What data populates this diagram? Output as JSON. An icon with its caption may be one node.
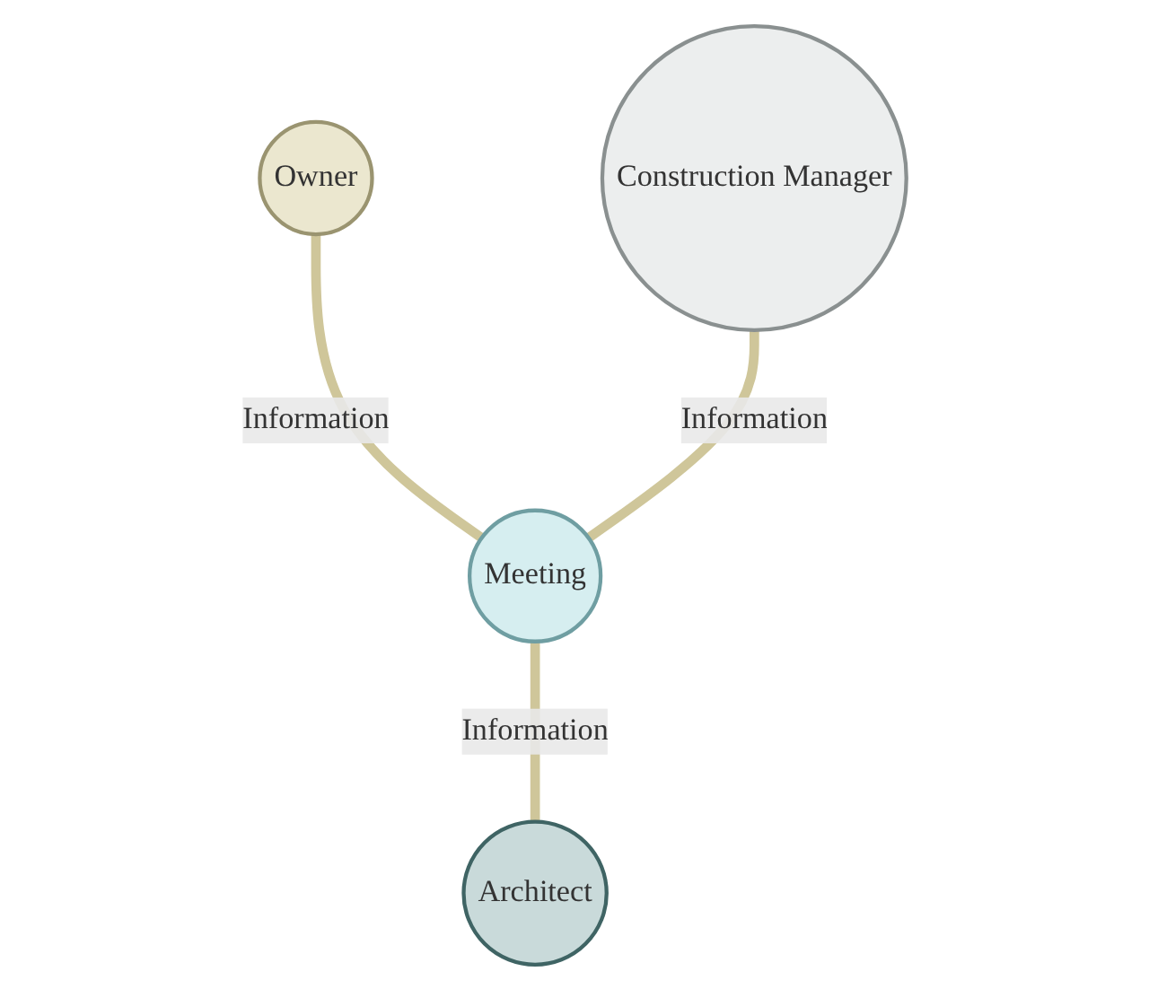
{
  "diagram": {
    "nodes": [
      {
        "text": [
          "Owner"
        ]
      },
      {
        "text": [
          "Meeting"
        ]
      },
      {
        "text": [
          "Construction Manager"
        ]
      },
      {
        "text": [
          "Architect"
        ]
      }
    ],
    "edges": [
      {
        "from": 0,
        "to": 1,
        "arrow": "none",
        "label": "Information"
      },
      {
        "from": 2,
        "to": 1,
        "arrow": "none",
        "label": "Information"
      },
      {
        "from": 1,
        "to": 3,
        "arrow": "none",
        "label": "Information"
      }
    ]
  }
}
